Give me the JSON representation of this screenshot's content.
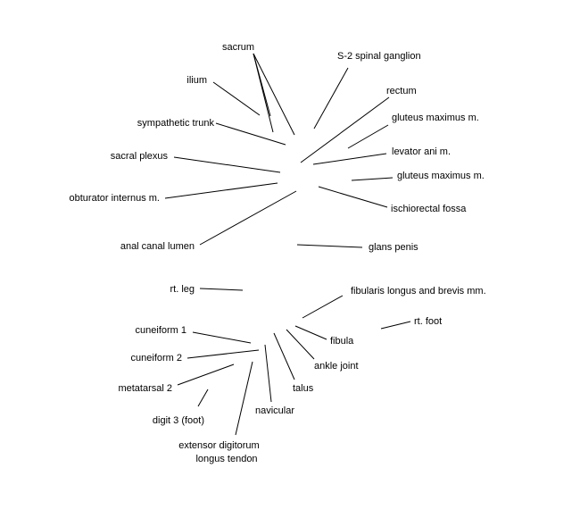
{
  "colors": {
    "background": "#ffffff",
    "line": "#000000",
    "text": "#000000"
  },
  "labels": {
    "sacrum": "sacrum",
    "s2_spinal_ganglion": "S-2 spinal ganglion",
    "ilium": "ilium",
    "rectum": "rectum",
    "sympathetic_trunk": "sympathetic trunk",
    "gluteus_maximus_upper": "gluteus maximus m.",
    "levator_ani": "levator ani m.",
    "sacral_plexus": "sacral plexus",
    "gluteus_maximus_lower": "gluteus maximus m.",
    "obturator_internus": "obturator internus m.",
    "ischiorectal_fossa": "ischiorectal fossa",
    "anal_canal_lumen": "anal canal lumen",
    "glans_penis": "glans penis",
    "rt_leg": "rt. leg",
    "fibularis": "fibularis longus and brevis mm.",
    "rt_foot": "rt. foot",
    "cuneiform_1": "cuneiform 1",
    "fibula": "fibula",
    "cuneiform_2": "cuneiform 2",
    "ankle_joint": "ankle joint",
    "metatarsal_2": "metatarsal 2",
    "talus": "talus",
    "digit_3": "digit 3 (foot)",
    "navicular": "navicular",
    "extensor_line1": "extensor digitorum",
    "extensor_line2": "longus tendon"
  }
}
